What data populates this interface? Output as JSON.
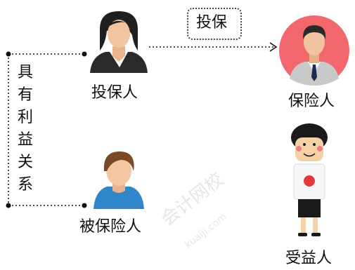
{
  "roles": {
    "policyholder": "投保人",
    "insurer": "保险人",
    "insured": "被保险人",
    "beneficiary": "受益人"
  },
  "action": "投保",
  "relation_chars": [
    "具",
    "有",
    "利",
    "益",
    "关",
    "系"
  ],
  "watermark": {
    "cn": "会计网校",
    "url": "kuaiji.com"
  },
  "colors": {
    "insurer_circle": "#f2676b",
    "line": "#111111"
  }
}
